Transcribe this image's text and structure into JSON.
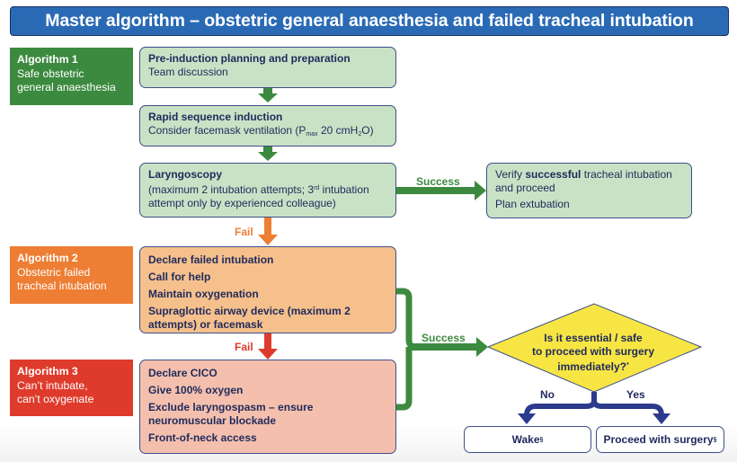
{
  "title": "Master algorithm – obstetric general anaesthesia and failed tracheal intubation",
  "colors": {
    "title_bg": "#2a6ab5",
    "algo1": "#3c8a3f",
    "algo2": "#ed7e33",
    "algo3": "#df3b2c",
    "box_green": "#c9e2c5",
    "box_orange": "#f6c08c",
    "box_salmon": "#f4c0ad",
    "decision": "#f7e544",
    "navy": "#1f2a5c"
  },
  "algorithms": [
    {
      "heading": "Algorithm 1",
      "line1": "Safe obstetric",
      "line2": "general anaesthesia"
    },
    {
      "heading": "Algorithm 2",
      "line1": "Obstetric failed",
      "line2": "tracheal intubation"
    },
    {
      "heading": "Algorithm 3",
      "line1": "Can’t intubate,",
      "line2": "can’t oxygenate"
    }
  ],
  "steps": {
    "pre_induction": {
      "heading": "Pre-induction planning and preparation",
      "text": "Team discussion"
    },
    "rsi": {
      "heading": "Rapid sequence induction",
      "text_a": "Consider facemask ventilation (P",
      "sub1": "max",
      "text_b": " 20 cmH",
      "sub2": "2",
      "text_c": "O)"
    },
    "laryngoscopy": {
      "heading": "Laryngoscopy",
      "text_a": "(maximum 2 intubation attempts; 3",
      "sup": "rd",
      "text_b": " intubation attempt only by experienced colleague)"
    },
    "verify": {
      "text_a": "Verify ",
      "bold": "successful",
      "text_b": " tracheal intubation and proceed",
      "line2": "Plan extubation"
    },
    "failed_intubation": [
      "Declare failed intubation",
      "Call for help",
      "Maintain oxygenation",
      "Supraglottic airway device (maximum 2 attempts) or facemask"
    ],
    "cico": [
      "Declare CICO",
      "Give 100% oxygen",
      "Exclude laryngospasm – ensure neuromuscular blockade",
      "Front-of-neck access"
    ]
  },
  "decision": {
    "line1": "Is it essential / safe",
    "line2": "to proceed with surgery",
    "line3": "immediately?",
    "sup": "*"
  },
  "labels": {
    "success": "Success",
    "fail": "Fail",
    "no": "No",
    "yes": "Yes"
  },
  "outcomes": {
    "wake": "Wake",
    "proceed": "Proceed with surgery",
    "sup": "§"
  }
}
